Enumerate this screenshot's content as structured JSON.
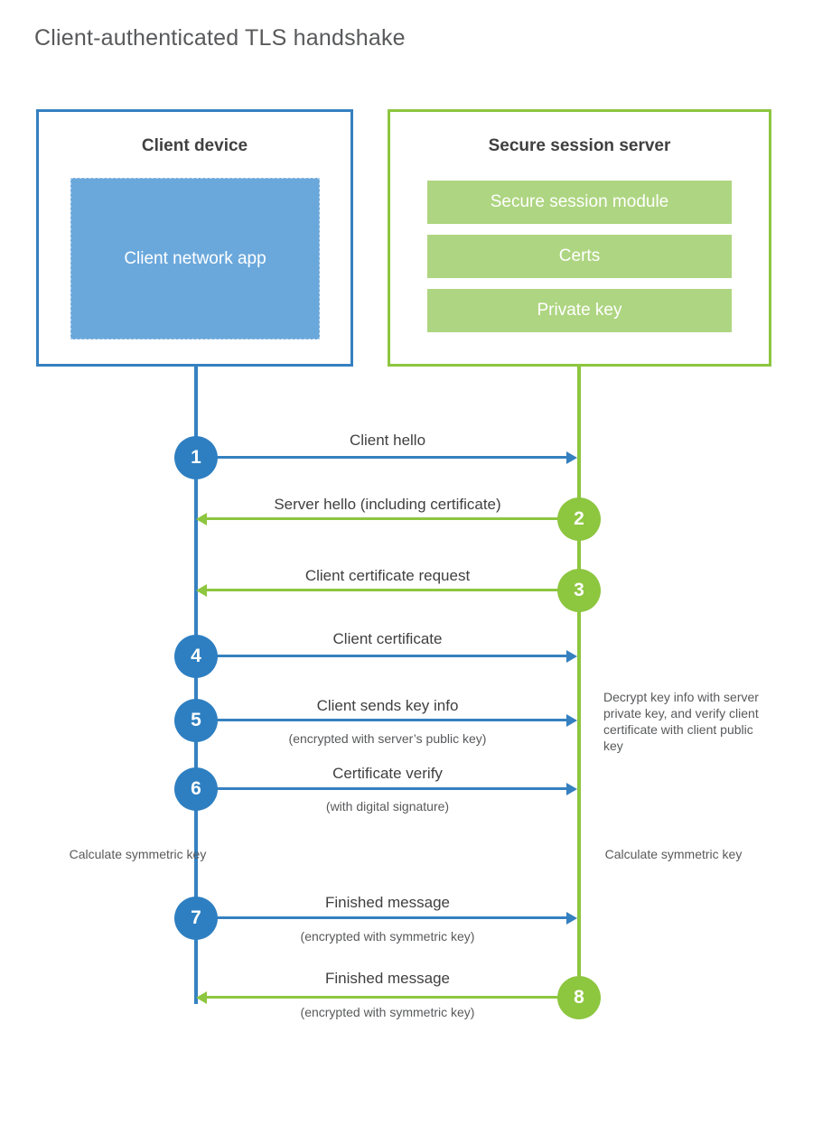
{
  "diagram": {
    "title": "Client-authenticated TLS handshake",
    "colors": {
      "blue_border": "#3580c0",
      "blue_fill": "#6aa8dc",
      "blue_circle": "#2e7fc1",
      "green_border": "#8dc63f",
      "green_fill": "#aed581",
      "green_circle": "#8dc63f",
      "text": "#404041",
      "muted_text": "#58595b",
      "background": "#ffffff"
    }
  },
  "parties": {
    "client": {
      "title": "Client device",
      "app_label": "Client network app"
    },
    "server": {
      "title": "Secure session server",
      "modules": [
        "Secure session module",
        "Certs",
        "Private key"
      ]
    }
  },
  "steps": [
    {
      "number": "1",
      "label": "Client hello",
      "sub": "",
      "direction": "client-to-server",
      "color": "blue"
    },
    {
      "number": "2",
      "label": "Server hello (including certificate)",
      "sub": "",
      "direction": "server-to-client",
      "color": "green"
    },
    {
      "number": "3",
      "label": "Client certificate request",
      "sub": "",
      "direction": "server-to-client",
      "color": "green"
    },
    {
      "number": "4",
      "label": "Client certificate",
      "sub": "",
      "direction": "client-to-server",
      "color": "blue"
    },
    {
      "number": "5",
      "label": "Client sends key info",
      "sub": "(encrypted with server’s public key)",
      "direction": "client-to-server",
      "color": "blue"
    },
    {
      "number": "6",
      "label": "Certificate verify",
      "sub": "(with digital signature)",
      "direction": "client-to-server",
      "color": "blue"
    },
    {
      "number": "7",
      "label": "Finished message",
      "sub": "(encrypted with symmetric key)",
      "direction": "client-to-server",
      "color": "blue"
    },
    {
      "number": "8",
      "label": "Finished message",
      "sub": "(encrypted with symmetric key)",
      "direction": "server-to-client",
      "color": "green"
    }
  ],
  "annotations": {
    "server_decrypt": "Decrypt key info with server private key, and verify client certificate with client public key",
    "client_calculate": "Calculate symmetric key",
    "server_calculate": "Calculate symmetric key"
  }
}
